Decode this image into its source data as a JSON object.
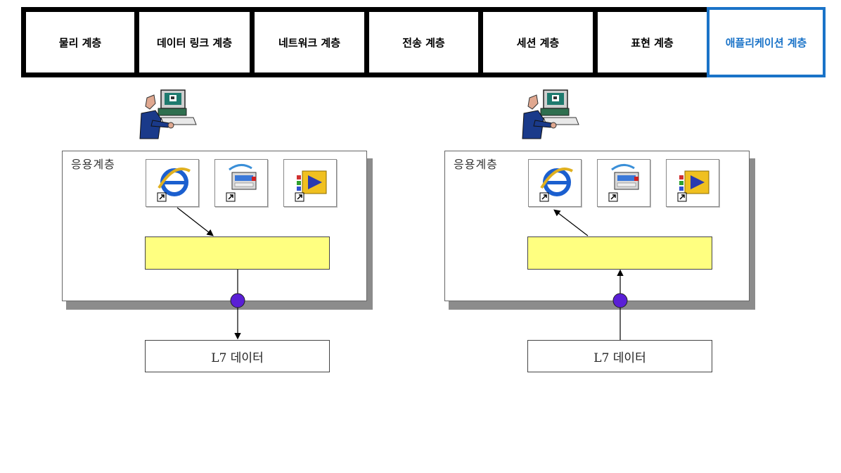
{
  "tabs": [
    {
      "label": "물리 계층",
      "active": false
    },
    {
      "label": "데이터 링크 계층",
      "active": false
    },
    {
      "label": "네트워크 계층",
      "active": false
    },
    {
      "label": "전송 계층",
      "active": false
    },
    {
      "label": "세션 계층",
      "active": false
    },
    {
      "label": "표현 계층",
      "active": false
    },
    {
      "label": "애플리케이션 계층",
      "active": true
    }
  ],
  "diagrams": [
    {
      "layer_label": "응용계층",
      "data_label": "L7 데이터",
      "direction": "down"
    },
    {
      "layer_label": "응용계층",
      "data_label": "L7 데이터",
      "direction": "up"
    }
  ],
  "icons": [
    "internet-explorer-icon",
    "network-share-icon",
    "media-player-icon"
  ],
  "colors": {
    "active_tab": "#1a73c8",
    "bar_fill": "#ffff80",
    "node": "#5a1fd6"
  }
}
